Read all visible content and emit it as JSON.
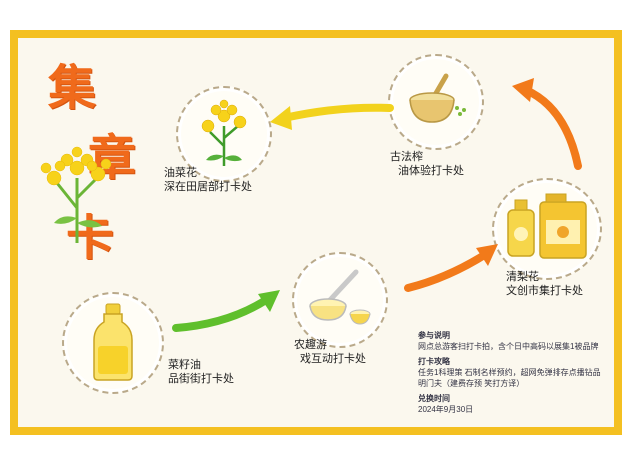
{
  "title": [
    "集",
    "章",
    "卡"
  ],
  "stations": [
    {
      "name": "油菜花",
      "desc": "深在田居部打卡处"
    },
    {
      "name": "古法榨",
      "desc": "油体验打卡处"
    },
    {
      "name": "清梨花",
      "desc": "文创市集打卡处"
    },
    {
      "name": "农趣游",
      "desc": "戏互动打卡处"
    },
    {
      "name": "菜籽油",
      "desc": "品街街打卡处"
    }
  ],
  "info": {
    "heading1": "参与说明",
    "line1": "网点总游客扫打卡拍，含个日中高码以展集1被品牌",
    "heading2": "打卡攻略",
    "line2": "任务1科理策 石制名样预约，超网免弹排存点播钻品",
    "line3": "明门夫（建费存预 笑打方译）",
    "heading3": "兑换时间",
    "date": "2024年9月30日"
  },
  "colors": {
    "accent": "#f06a1b",
    "frame": "#f4c021",
    "arrow_yellow": "#f2d21c",
    "arrow_green": "#5fbf2c",
    "arrow_orange": "#f27a1a"
  }
}
